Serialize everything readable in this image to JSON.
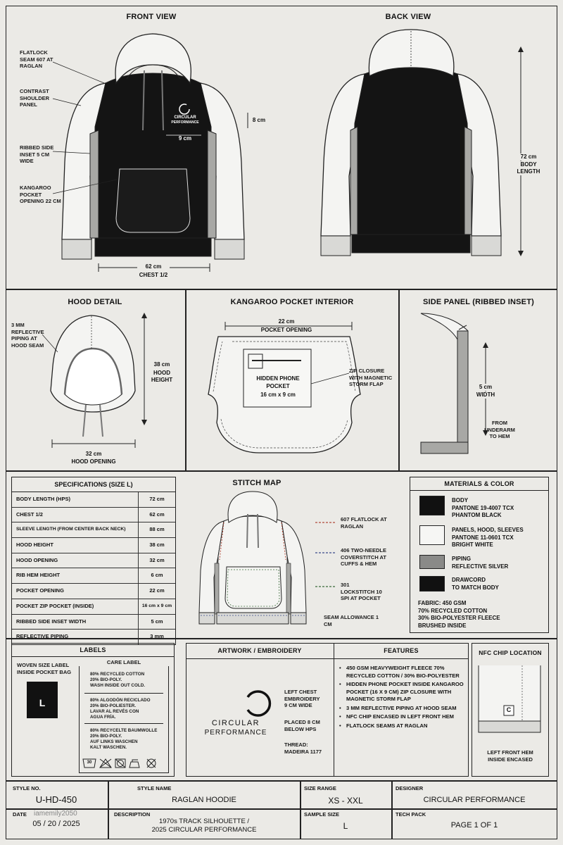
{
  "front": {
    "title": "FRONT VIEW",
    "callout_flatlock": "FLATLOCK SEAM 607 AT RAGLAN",
    "callout_contrast": "CONTRAST SHOULDER PANEL",
    "callout_ribbed": "RIBBED SIDE INSET 5 CM WIDE",
    "callout_kangaroo": "KANGAROO POCKET OPENING 22 CM",
    "dim_logo_h": "8 cm",
    "dim_logo_w": "9 cm",
    "dim_chest": "62 cm",
    "dim_chest_label": "CHEST 1/2",
    "logo_line1": "CIRCULAR",
    "logo_line2": "PERFORMANCE"
  },
  "back": {
    "title": "BACK VIEW",
    "dim_length": "72 cm",
    "dim_length_label": "BODY LENGTH"
  },
  "hood": {
    "title": "HOOD DETAIL",
    "callout_piping": "3 MM REFLECTIVE PIPING AT HOOD SEAM",
    "dim_height": "38 cm",
    "dim_height_label": "HOOD HEIGHT",
    "dim_opening": "32 cm",
    "dim_opening_label": "HOOD OPENING"
  },
  "pocket": {
    "title": "KANGAROO POCKET INTERIOR",
    "dim_opening": "22 cm",
    "dim_opening_label": "POCKET OPENING",
    "inner_l1": "HIDDEN PHONE",
    "inner_l2": "POCKET",
    "inner_l3": "16 cm x 9 cm",
    "callout_zip": "ZIP CLOSURE WITH MAGNETIC STORM FLAP"
  },
  "side": {
    "title": "SIDE PANEL (RIBBED INSET)",
    "dim_width": "5 cm",
    "dim_width_label": "WIDTH",
    "callout_from": "FROM UNDERARM TO HEM"
  },
  "specs": {
    "title": "SPECIFICATIONS (SIZE L)",
    "rows": [
      {
        "label": "BODY LENGTH (HPS)",
        "value": "72 cm"
      },
      {
        "label": "CHEST 1/2",
        "value": "62 cm"
      },
      {
        "label": "SLEEVE LENGTH (FROM CENTER BACK NECK)",
        "value": "88 cm"
      },
      {
        "label": "HOOD HEIGHT",
        "value": "38 cm"
      },
      {
        "label": "HOOD OPENING",
        "value": "32 cm"
      },
      {
        "label": "RIB HEM HEIGHT",
        "value": "6 cm"
      },
      {
        "label": "POCKET OPENING",
        "value": "22 cm"
      },
      {
        "label": "POCKET ZIP POCKET (INSIDE)",
        "value": "16 cm x 9 cm"
      },
      {
        "label": "RIBBED SIDE INSET WIDTH",
        "value": "5 cm"
      },
      {
        "label": "REFLECTIVE PIPING",
        "value": "3 mm"
      }
    ]
  },
  "stitch": {
    "title": "STITCH MAP",
    "legend1": "607 FLATLOCK AT RAGLAN",
    "legend2": "406 TWO-NEEDLE COVERSTITCH AT CUFFS & HEM",
    "legend3": "301 LOCKSTITCH 10 SPI AT POCKET",
    "seam": "SEAM ALLOWANCE 1 CM",
    "colors": {
      "flatlock": "#b04a3a",
      "coverstitch": "#3a4a8a",
      "lockstitch": "#3a6a3a"
    }
  },
  "materials": {
    "title": "MATERIALS & COLOR",
    "items": [
      {
        "l1": "BODY",
        "l2": "PANTONE 19-4007 TCX",
        "l3": "PHANTOM BLACK",
        "color": "#111111"
      },
      {
        "l1": "PANELS, HOOD, SLEEVES",
        "l2": "PANTONE 11-0601 TCX",
        "l3": "BRIGHT WHITE",
        "color": "#f6f6f4"
      },
      {
        "l1": "PIPING",
        "l2": "REFLECTIVE SILVER",
        "l3": "",
        "color": "#8a8a88"
      },
      {
        "l1": "DRAWCORD",
        "l2": "TO MATCH BODY",
        "l3": "",
        "color": "#111111"
      }
    ],
    "fabric1": "FABRIC: 450 GSM",
    "fabric2": "70% RECYCLED COTTON",
    "fabric3": "30% BIO-POLYESTER FLEECE",
    "fabric4": "BRUSHED INSIDE"
  },
  "labels": {
    "title": "LABELS",
    "woven1": "WOVEN SIZE LABEL",
    "woven2": "INSIDE POCKET BAG",
    "size_letter": "L",
    "care_title": "CARE LABEL",
    "care_en": [
      "80% RECYCLED COTTON",
      "20% BIO-POLY.",
      "WASH INSIDE OUT COLD."
    ],
    "care_es": [
      "80% ALGODÓN RECICLADO",
      "20% BIO-POLIESTER.",
      "LAVAR AL REVÉS CON",
      "AGUA FRÍA."
    ],
    "care_de": [
      "80% RECYCELTE BAUMWOLLE",
      "20% BIO-POLY.",
      "AUF LINKS WASCHEN",
      "KALT WASCHEN."
    ],
    "care_symbol_temp": "30"
  },
  "artwork": {
    "title": "ARTWORK / EMBROIDERY",
    "logo_l1": "CIRCULAR",
    "logo_l2": "PERFORMANCE",
    "n1": [
      "LEFT CHEST",
      "EMBROIDERY",
      "9 CM WIDE"
    ],
    "n2": [
      "PLACED 8 CM",
      "BELOW HPS"
    ],
    "n3": [
      "THREAD:",
      "MADEIRA 1177"
    ]
  },
  "features": {
    "title": "FEATURES",
    "items": [
      "450 GSM HEAVYWEIGHT FLEECE 70% RECYCLED COTTON / 30% BIO-POLYESTER",
      "HIDDEN PHONE POCKET INSIDE KANGAROO POCKET (16 X 9 CM) ZIP CLOSURE WITH MAGNETIC STORM FLAP",
      "3 MM REFLECTIVE PIPING AT HOOD SEAM",
      "NFC CHIP ENCASED IN LEFT FRONT HEM",
      "FLATLOCK SEAMS AT RAGLAN"
    ]
  },
  "nfc": {
    "title": "NFC CHIP LOCATION",
    "caption": "LEFT FRONT HEM INSIDE ENCASED",
    "chip_letter": "C"
  },
  "titleblock": {
    "style_no_label": "STYLE NO.",
    "style_no": "U-HD-450",
    "style_name_label": "STYLE NAME",
    "style_name": "RAGLAN HOODIE",
    "size_range_label": "SIZE RANGE",
    "size_range": "XS - XXL",
    "designer_label": "DESIGNER",
    "designer": "CIRCULAR PERFORMANCE",
    "date_label": "DATE",
    "date": "05 / 20 / 2025",
    "watermark": "iamemily2050",
    "description_label": "DESCRIPTION",
    "description_l1": "1970s TRACK SILHOUETTE /",
    "description_l2": "2025 CIRCULAR PERFORMANCE",
    "sample_size_label": "SAMPLE SIZE",
    "sample_size": "L",
    "tech_pack_label": "TECH PACK",
    "tech_pack": "PAGE 1 OF 1"
  }
}
